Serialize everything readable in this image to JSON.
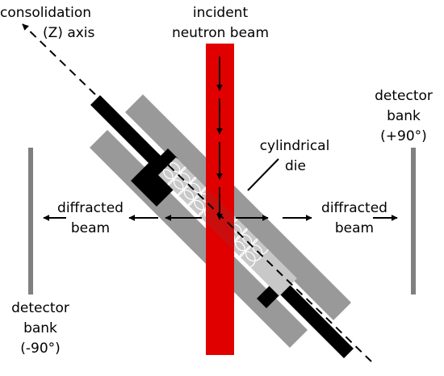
{
  "labels": {
    "axis_line1": "consolidation",
    "axis_line2": "(Z) axis",
    "beam_line1": "incident",
    "beam_line2": "neutron beam",
    "die_line1": "cylindrical",
    "die_line2": "die",
    "det_right_line1": "detector",
    "det_right_line2": "bank",
    "det_right_line3": "(+90°)",
    "det_left_line1": "detector",
    "det_left_line2": "bank",
    "det_left_line3": "(-90°)",
    "diff_left_line1": "diffracted",
    "diff_left_line2": "beam",
    "diff_right_line1": "diffracted",
    "diff_right_line2": "beam"
  },
  "colors": {
    "beam": "#e00000",
    "die_wall": "#999999",
    "punch": "#000000",
    "powder": "#c8c8c8",
    "detector": "#808080",
    "arrow": "#000000"
  }
}
